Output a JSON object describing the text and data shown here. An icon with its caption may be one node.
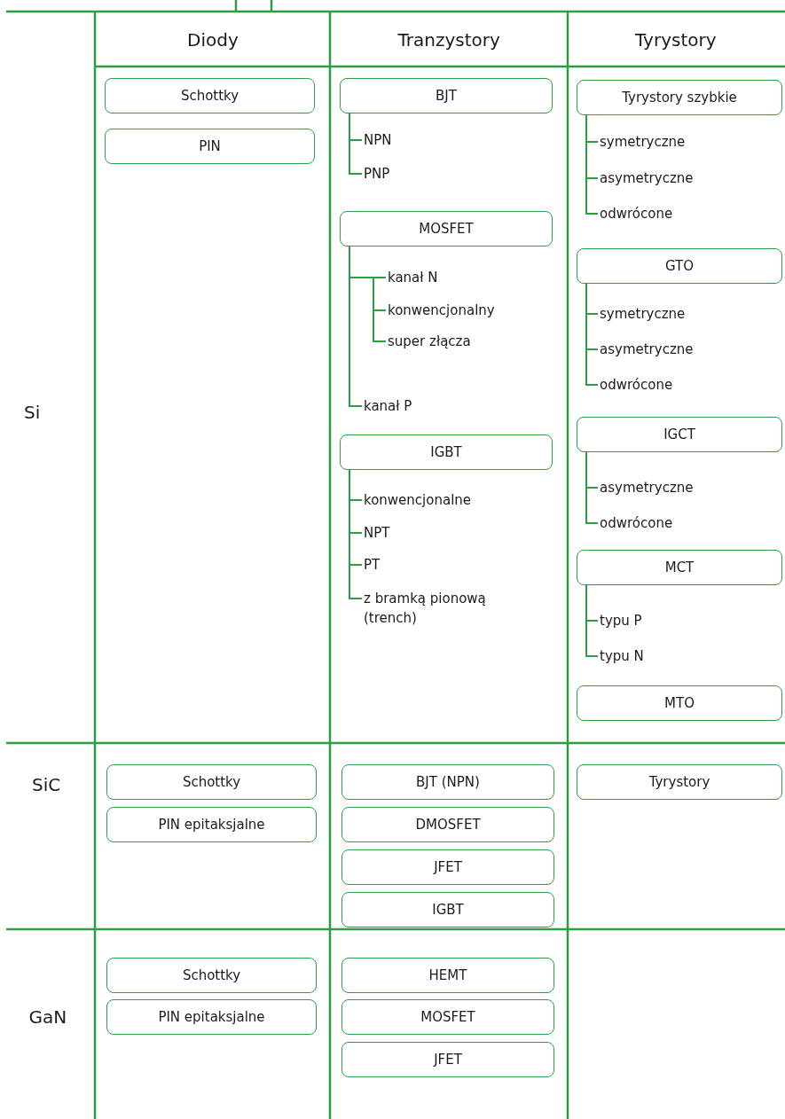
{
  "diagram": {
    "nodes": [
      {
        "text": [
          "Schottky"
        ]
      },
      {
        "text": [
          "PIN"
        ]
      },
      {
        "text": [
          "BJT"
        ]
      },
      {
        "text": [
          "NPN"
        ]
      },
      {
        "text": [
          "PNP"
        ]
      },
      {
        "text": [
          "MOSFET"
        ]
      },
      {
        "text": [
          "kanał N"
        ]
      },
      {
        "text": [
          "konwencjonalny"
        ]
      },
      {
        "text": [
          "super złącza"
        ]
      },
      {
        "text": [
          "kanał P"
        ]
      },
      {
        "text": [
          "IGBT"
        ]
      },
      {
        "text": [
          "konwencjonalne"
        ]
      },
      {
        "text": [
          "NPT"
        ]
      },
      {
        "text": [
          "PT"
        ]
      },
      {
        "text": [
          "z bramką pionową (trench)"
        ]
      },
      {
        "text": [
          "Tyrystory szybkie"
        ]
      },
      {
        "text": [
          "symetryczne"
        ]
      },
      {
        "text": [
          "asymetryczne"
        ]
      },
      {
        "text": [
          "odwrócone"
        ]
      },
      {
        "text": [
          "GTO"
        ]
      },
      {
        "text": [
          "symetryczne"
        ]
      },
      {
        "text": [
          "asymetryczne"
        ]
      },
      {
        "text": [
          "odwrócone"
        ]
      },
      {
        "text": [
          "IGCT"
        ]
      },
      {
        "text": [
          "asymetryczne"
        ]
      },
      {
        "text": [
          "odwrócone"
        ]
      },
      {
        "text": [
          "MCT"
        ]
      },
      {
        "text": [
          "typu P"
        ]
      },
      {
        "text": [
          "typu N"
        ]
      },
      {
        "text": [
          "MTO"
        ]
      },
      {
        "text": [
          "Schottky"
        ]
      },
      {
        "text": [
          "PIN epitaksjalne"
        ]
      },
      {
        "text": [
          "BJT (NPN)"
        ]
      },
      {
        "text": [
          "DMOSFET"
        ]
      },
      {
        "text": [
          "JFET"
        ]
      },
      {
        "text": [
          "IGBT"
        ]
      },
      {
        "text": [
          "Tyrystory"
        ]
      },
      {
        "text": [
          "Schottky"
        ]
      },
      {
        "text": [
          "PIN epitaksjalne"
        ]
      },
      {
        "text": [
          "HEMT"
        ]
      },
      {
        "text": [
          "MOSFET"
        ]
      },
      {
        "text": [
          "JFET"
        ]
      }
    ],
    "edges": [
      {
        "from": 2,
        "to": 3,
        "arrow": "none"
      },
      {
        "from": 2,
        "to": 4,
        "arrow": "none"
      },
      {
        "from": 5,
        "to": 6,
        "arrow": "none"
      },
      {
        "from": 5,
        "to": 7,
        "arrow": "none"
      },
      {
        "from": 5,
        "to": 8,
        "arrow": "none"
      },
      {
        "from": 5,
        "to": 9,
        "arrow": "none"
      },
      {
        "from": 10,
        "to": 11,
        "arrow": "none"
      },
      {
        "from": 10,
        "to": 12,
        "arrow": "none"
      },
      {
        "from": 10,
        "to": 13,
        "arrow": "none"
      },
      {
        "from": 10,
        "to": 14,
        "arrow": "none"
      },
      {
        "from": 15,
        "to": 16,
        "arrow": "none"
      },
      {
        "from": 15,
        "to": 17,
        "arrow": "none"
      },
      {
        "from": 15,
        "to": 18,
        "arrow": "none"
      },
      {
        "from": 19,
        "to": 20,
        "arrow": "none"
      },
      {
        "from": 19,
        "to": 21,
        "arrow": "none"
      },
      {
        "from": 19,
        "to": 22,
        "arrow": "none"
      },
      {
        "from": 23,
        "to": 24,
        "arrow": "none"
      },
      {
        "from": 23,
        "to": 25,
        "arrow": "none"
      },
      {
        "from": 26,
        "to": 27,
        "arrow": "none"
      },
      {
        "from": 26,
        "to": 28,
        "arrow": "none"
      }
    ],
    "labels": [
      "Diody",
      "Tranzystory",
      "Tyrystory",
      "Si",
      "SiC",
      "GaN"
    ]
  }
}
